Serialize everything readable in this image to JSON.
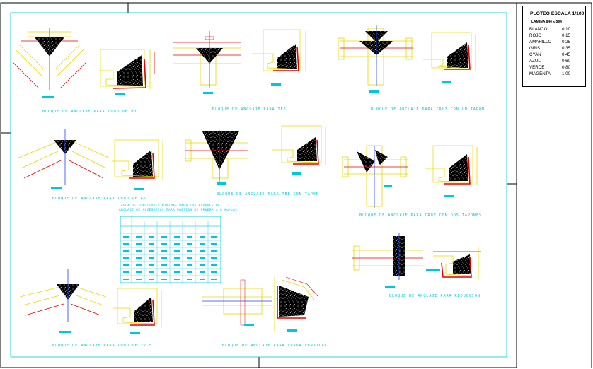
{
  "legend": {
    "title": "PLOTEO ESCALA 1/100",
    "subtitle": "LAMINA  840 x 594",
    "rows": [
      {
        "name": "BLANCO",
        "value": "0.10"
      },
      {
        "name": "ROJO",
        "value": "0.15"
      },
      {
        "name": "AMARILLO",
        "value": "0.25"
      },
      {
        "name": "GRIS",
        "value": "0.35"
      },
      {
        "name": "CYAN",
        "value": "0.45"
      },
      {
        "name": "AZUL",
        "value": "0.60"
      },
      {
        "name": "VERDE",
        "value": "0.80"
      },
      {
        "name": "MAGENTA",
        "value": "1.00"
      }
    ]
  },
  "captions": {
    "codo90": "BLOQUE DE ANCLAJE PARA CODO DE 90",
    "tee": "BLOQUE DE ANCLAJE PARA TEE",
    "cruz_tapon": "BLOQUE DE ANCLAJE PARA CRUZ CON UN TAPON",
    "codo45": "BLOQUE DE ANCLAJE PARA CODO DE 45",
    "tee_tapon": "BLOQUE DE ANCLAJE PARA TEE CON TAPON",
    "cruz_tapones": "BLOQUE DE ANCLAJE PARA CRUZ CON DOS TAPONES",
    "reduccion": "BLOQUE DE ANCLAJE PARA REDUCCION",
    "codo225": "BLOQUE DE ANCLAJE PARA CODO DE 22.5",
    "curva_vertical": "BLOQUE DE ANCLAJE PARA CURVA VERTICAL"
  },
  "table_note": {
    "line1": "TABLA DE LONGITUDES MINIMAS PARA LOS BLOQUES DE",
    "line2": "ANCLAJE DE ACCESORIOS PARA PRESION DE PRUEBA = 8 kg/cm2"
  },
  "colors": {
    "cyan": "#00c8dc",
    "red": "#e00000",
    "yellow": "#e8d800",
    "blue": "#2040ff",
    "magenta": "#c000c0",
    "black": "#000000"
  }
}
